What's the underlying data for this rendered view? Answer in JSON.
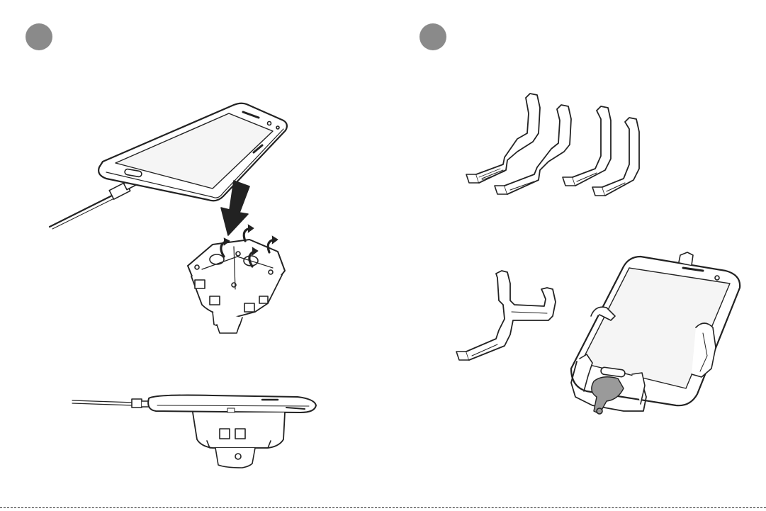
{
  "steps": [
    {
      "badge_color": "#8a8a8a",
      "illustrations": [
        "phone-on-mount-with-cable",
        "mount-base-with-latches",
        "side-view-phone-on-mount"
      ]
    },
    {
      "badge_color": "#8a8a8a",
      "illustrations": [
        "four-holder-arms",
        "combined-holder-arm",
        "phone-in-holder"
      ]
    }
  ],
  "colors": {
    "line": "#222222",
    "fill": "#ffffff",
    "screen": "#f5f5f5",
    "badge": "#8a8a8a",
    "tab": "#9a9a9a"
  }
}
